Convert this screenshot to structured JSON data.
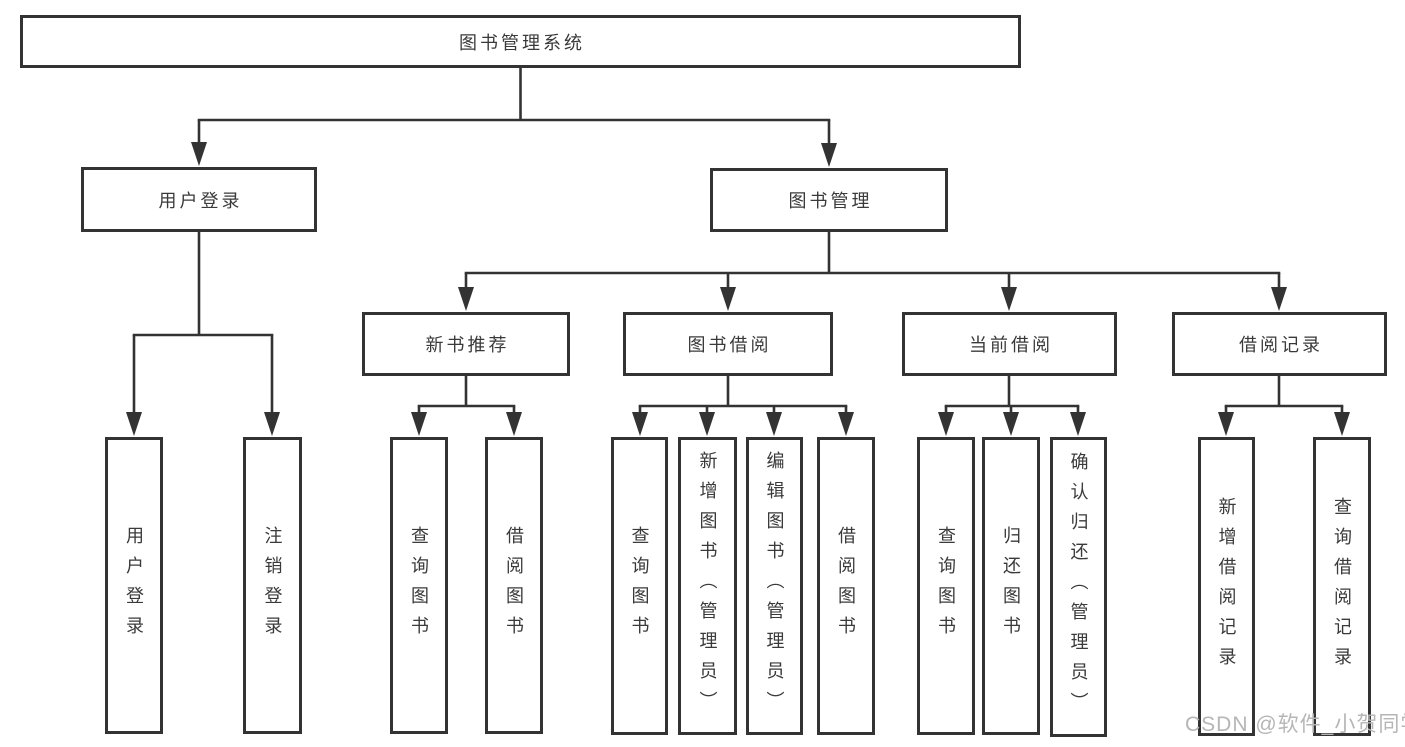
{
  "diagram": {
    "root": {
      "label": "图书管理系统"
    },
    "level1": [
      {
        "label": "用户登录"
      },
      {
        "label": "图书管理"
      }
    ],
    "level2": [
      {
        "label": "新书推荐"
      },
      {
        "label": "图书借阅"
      },
      {
        "label": "当前借阅"
      },
      {
        "label": "借阅记录"
      }
    ],
    "leaves": {
      "user_login": [
        {
          "label": "用户登录"
        },
        {
          "label": "注销登录"
        }
      ],
      "new_books": [
        {
          "label": "查询图书"
        },
        {
          "label": "借阅图书"
        }
      ],
      "book_borrow": [
        {
          "label": "查询图书"
        },
        {
          "label": "新增图书（管理员）"
        },
        {
          "label": "编辑图书（管理员）"
        },
        {
          "label": "借阅图书"
        }
      ],
      "current_borrow": [
        {
          "label": "查询图书"
        },
        {
          "label": "归还图书"
        },
        {
          "label": "确认归还（管理员）"
        }
      ],
      "borrow_records": [
        {
          "label": "新增借阅记录"
        },
        {
          "label": "查询借阅记录"
        }
      ]
    }
  },
  "watermark": "CSDN @软件_小贺同学",
  "colors": {
    "line": "#333333",
    "text": "#3a3a3a",
    "watermark": "#b6b6b6",
    "background": "#ffffff"
  }
}
